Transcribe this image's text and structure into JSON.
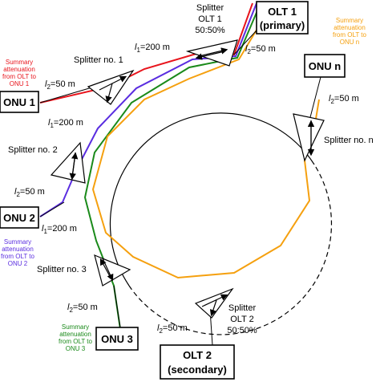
{
  "olt1": {
    "line1": "OLT 1",
    "line2": "(primary)"
  },
  "olt2": {
    "line1": "OLT 2",
    "line2": "(secondary)"
  },
  "onu1": {
    "label": "ONU 1"
  },
  "onu2": {
    "label": "ONU 2"
  },
  "onu3": {
    "label": "ONU 3"
  },
  "onun": {
    "label": "ONU n"
  },
  "splitter_olt1": {
    "line1": "Splitter",
    "line2": "OLT 1",
    "line3": "50:50%"
  },
  "splitter_olt2": {
    "line1": "Splitter",
    "line2": "OLT 2",
    "line3": "50:50%"
  },
  "splitter1": {
    "label": "Splitter no. 1"
  },
  "splitter2": {
    "label": "Splitter no. 2"
  },
  "splitter3": {
    "label": "Splitter no. 3"
  },
  "splittern": {
    "label": "Splitter no. n"
  },
  "dist": {
    "l1_200": {
      "sym": "l",
      "sub": "1",
      "val": "=200 m"
    },
    "l2_50": {
      "sym": "l",
      "sub": "2",
      "val": "=50 m"
    }
  },
  "atten": {
    "onu1": [
      "Summary",
      "attenuation",
      "from OLT to",
      "ONU 1"
    ],
    "onu2": [
      "Summary",
      "attenuation",
      "from OLT to",
      "ONU 2"
    ],
    "onu3": [
      "Summary",
      "attenuation",
      "from OLT to",
      "ONU 3"
    ],
    "onun": [
      "Summary",
      "attenuation",
      "from OLT to",
      "ONU n"
    ]
  },
  "colors": {
    "onu1": "#e8141c",
    "onu2": "#5a2de0",
    "onu3": "#1a8a1a",
    "onun": "#f5a00f",
    "ring": "#000000"
  }
}
